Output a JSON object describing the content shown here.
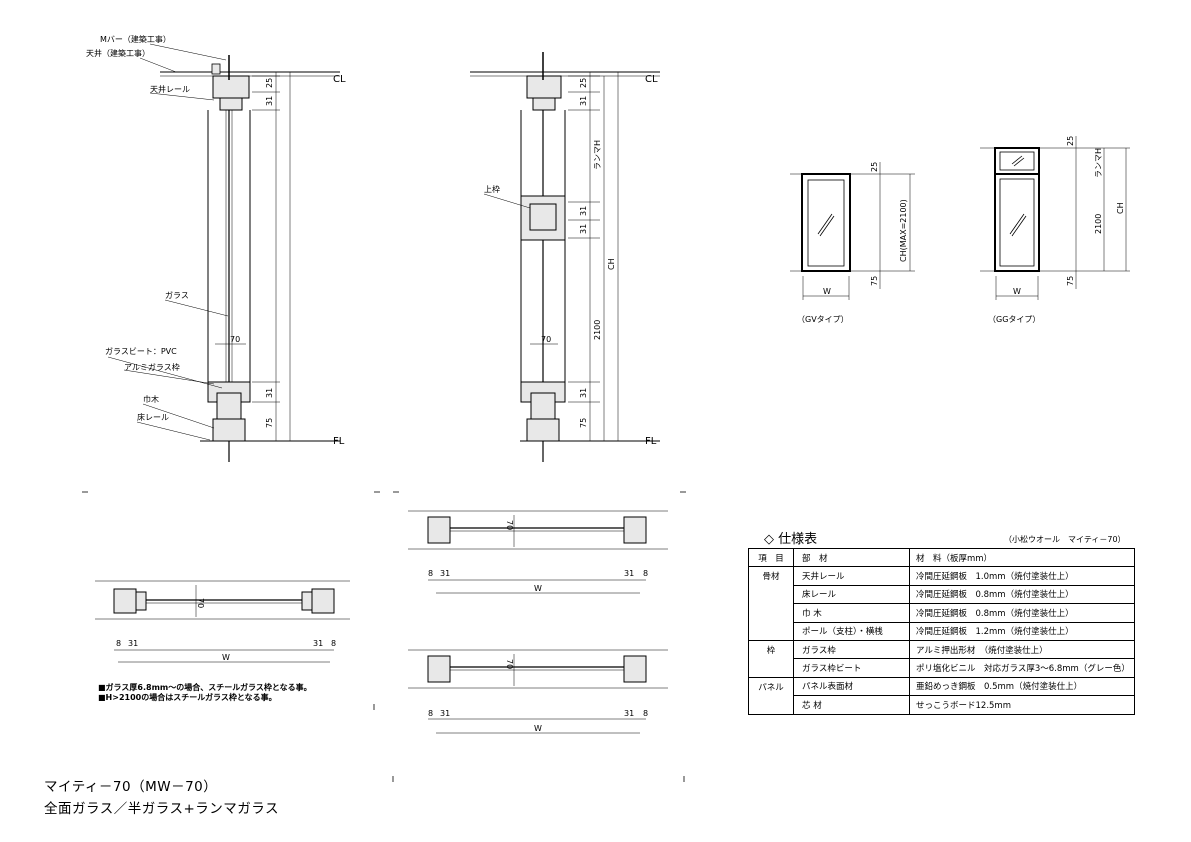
{
  "section_left": {
    "labels": {
      "m_bar": "Mバー（建築工事）",
      "ceiling": "天井（建築工事）",
      "ceiling_rail": "天井レール",
      "glass": "ガラス",
      "glass_bead": "ガラスビート：PVC",
      "alumi_frame": "アルミガラス枠",
      "baseboard": "巾木",
      "floor_rail": "床レール"
    },
    "cl": "CL",
    "fl": "FL",
    "dims": [
      "25",
      "31",
      "31",
      "75",
      "70"
    ]
  },
  "section_right": {
    "label_top": "上枠",
    "cl": "CL",
    "fl": "FL",
    "dims": [
      "25",
      "31",
      "31",
      "31",
      "31",
      "75",
      "70"
    ],
    "ranma_h": "ランマH",
    "ch": "CH",
    "h2100": "2100"
  },
  "types": {
    "gv": {
      "caption": "（GVタイプ）",
      "dim_top": "25",
      "dim_bottom": "75",
      "ch": "CH(MAX=2100)",
      "w": "W"
    },
    "gg": {
      "caption": "（GGタイプ）",
      "dim_top": "25",
      "dim_bottom": "75",
      "ranma_h": "ランマH",
      "h2100": "2100",
      "ch": "CH",
      "w": "W"
    }
  },
  "plans": {
    "dim_8": "8",
    "dim_31": "31",
    "dim_70": "70",
    "w": "W"
  },
  "notes": [
    "■ガラス厚6.8mm～の場合、スチールガラス枠となる事。",
    "■H>2100の場合はスチールガラス枠となる事。"
  ],
  "footer": {
    "line1": "マイティ－70（MW－70）",
    "line2": "全面ガラス／半ガラス+ランマガラス"
  },
  "spec": {
    "title": "◇ 仕様表",
    "subtitle": "（小松ウオール　マイティ－70）",
    "header": [
      "項　目",
      "部　材",
      "材　料（板厚mm）"
    ],
    "rows": [
      [
        "骨材",
        "天井レール",
        "冷間圧延鋼板　1.0mm（焼付塗装仕上）"
      ],
      [
        "",
        "床レール",
        "冷間圧延鋼板　0.8mm（焼付塗装仕上）"
      ],
      [
        "",
        "巾 木",
        "冷間圧延鋼板　0.8mm（焼付塗装仕上）"
      ],
      [
        "",
        "ポール（支柱）・横桟",
        "冷間圧延鋼板　1.2mm（焼付塗装仕上）"
      ],
      [
        "枠",
        "ガラス枠",
        "アルミ押出形材　（焼付塗装仕上）"
      ],
      [
        "",
        "ガラス枠ビート",
        "ポリ塩化ビニル　対応ガラス厚3～6.8mm（グレー色）"
      ],
      [
        "パネル",
        "パネル表面材",
        "亜鉛めっき鋼板　0.5mm（焼付塗装仕上）"
      ],
      [
        "",
        "芯 材",
        "せっこうボード12.5mm"
      ]
    ]
  }
}
